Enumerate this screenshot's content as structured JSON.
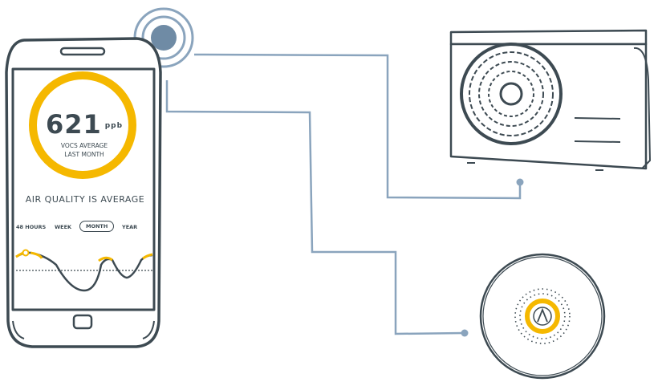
{
  "phone": {
    "reading": {
      "value": "621",
      "unit": "ppb",
      "label_line1": "VOCS AVERAGE",
      "label_line2": "LAST MONTH"
    },
    "status": "AIR QUALITY IS AVERAGE",
    "tabs": [
      {
        "label": "48 HOURS",
        "active": false
      },
      {
        "label": "WEEK",
        "active": false
      },
      {
        "label": "MONTH",
        "active": true
      },
      {
        "label": "YEAR",
        "active": false
      }
    ]
  },
  "devices": {
    "air_conditioner": "outdoor-ac-unit",
    "sensor": "air-quality-sensor"
  },
  "colors": {
    "outline": "#3d4a52",
    "accent": "#f5b800",
    "connector": "#8aa4bd",
    "signal_fill": "#6f8ba5"
  }
}
